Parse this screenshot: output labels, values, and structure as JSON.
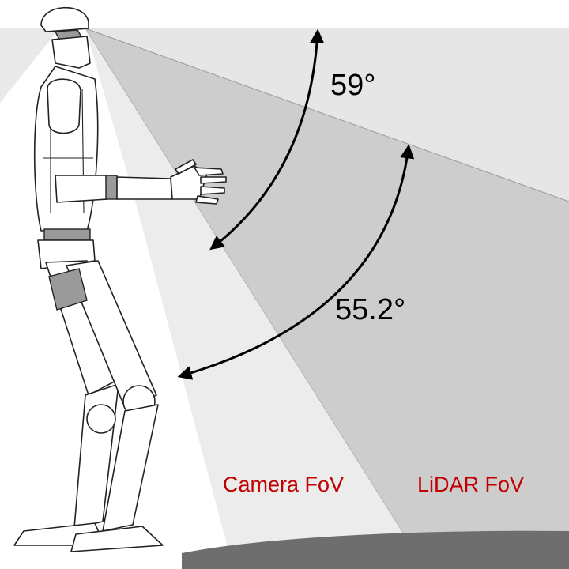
{
  "labels": {
    "camera_angle": "59°",
    "lidar_angle": "55.2°",
    "camera_fov": "Camera FoV",
    "lidar_fov": "LiDAR FoV"
  },
  "colors": {
    "upper_wedge": "#e6e6e6",
    "lidar_wedge": "#cdcdcd",
    "camera_wedge": "#ececec",
    "ground_shadow": "#6e6e6e",
    "fov_label": "#c00000",
    "arrow": "#000000"
  },
  "icons": {
    "arrow_head": "arrowhead-icon",
    "robot": "humanoid-robot-icon"
  }
}
